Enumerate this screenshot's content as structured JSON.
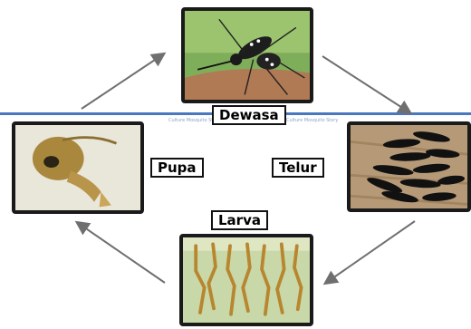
{
  "stages": {
    "dewasa": "Dewasa",
    "telur": "Telur",
    "larva": "Larva",
    "pupa": "Pupa"
  },
  "watermarks": {
    "left": "Culture Mosquito Story",
    "right": "Culture Mosquito Story"
  },
  "colors": {
    "line": "#4a78c0",
    "arrow": "#6f6f6f",
    "frame": "#1a1a1a"
  }
}
